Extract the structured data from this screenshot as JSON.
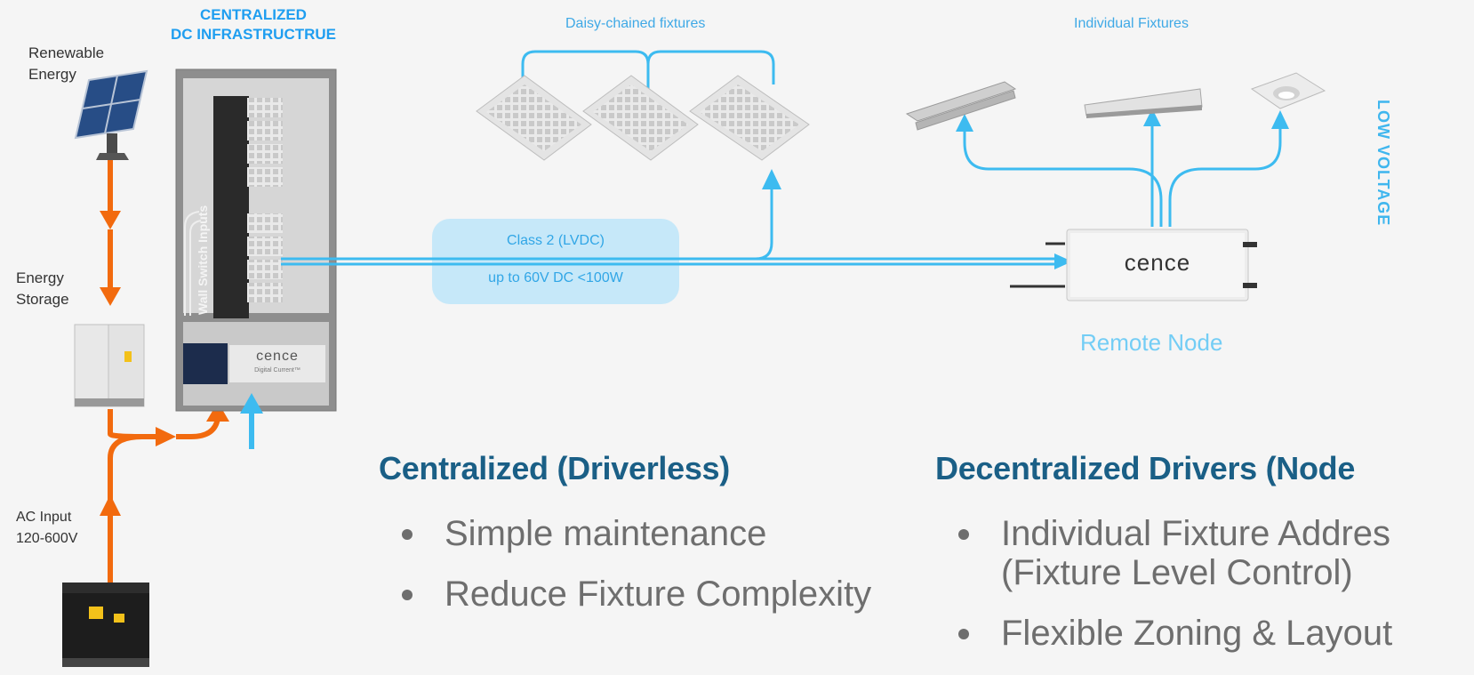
{
  "labels": {
    "renewable_energy_1": "Renewable",
    "renewable_energy_2": "Energy",
    "energy_storage_1": "Energy",
    "energy_storage_2": "Storage",
    "ac_input_1": "AC Input",
    "ac_input_2": "120-600V",
    "central_dc_1": "CENTRALIZED",
    "central_dc_2": "DC INFRASTRUCTRUE",
    "daisy_chained": "Daisy-chained fixtures",
    "individual_fixtures": "Individual Fixtures",
    "low_voltage": "LOW VOLTAGE",
    "class2": "Class 2 (LVDC)",
    "upto60v": "up to 60V DC <100W",
    "remote_node": "Remote Node",
    "wall_switch": "Wall Switch Inputs",
    "brand": "cence",
    "brand_sub": "Digital Current™"
  },
  "sections": {
    "centralized": {
      "title": "Centralized (Driverless)",
      "bullets": [
        "Simple maintenance",
        "Reduce Fixture Complexity"
      ]
    },
    "decentralized": {
      "title": "Decentralized Drivers (Node",
      "bullets": [
        "Individual Fixture Addres",
        "(Fixture Level Control)",
        "Flexible Zoning & Layout"
      ]
    }
  },
  "colors": {
    "power_orange": "#f26a0e",
    "signal_blue": "#3dbbf0",
    "heading_blue": "#1f9ef0",
    "title_navy": "#1a5f86"
  }
}
